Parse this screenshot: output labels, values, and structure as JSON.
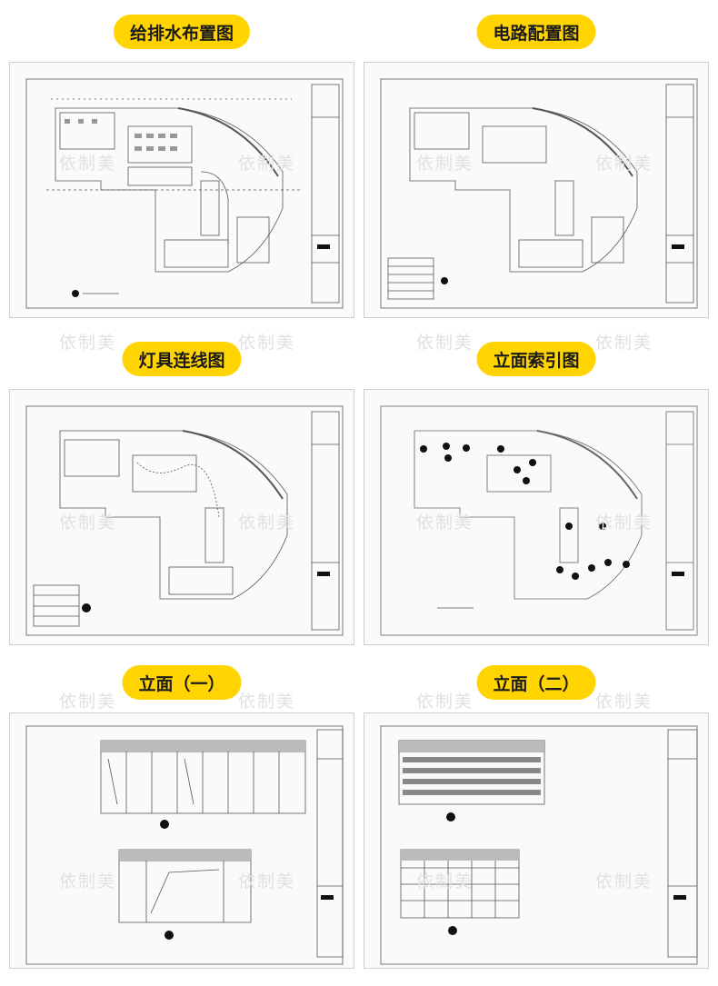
{
  "panels": [
    {
      "label": "给排水布置图"
    },
    {
      "label": "电路配置图"
    },
    {
      "label": "灯具连线图"
    },
    {
      "label": "立面索引图"
    },
    {
      "label": "立面（一）"
    },
    {
      "label": "立面（二）"
    }
  ],
  "watermark": "依制美",
  "colors": {
    "pill": "#ffd400",
    "line": "#555555",
    "marker": "#111111"
  }
}
